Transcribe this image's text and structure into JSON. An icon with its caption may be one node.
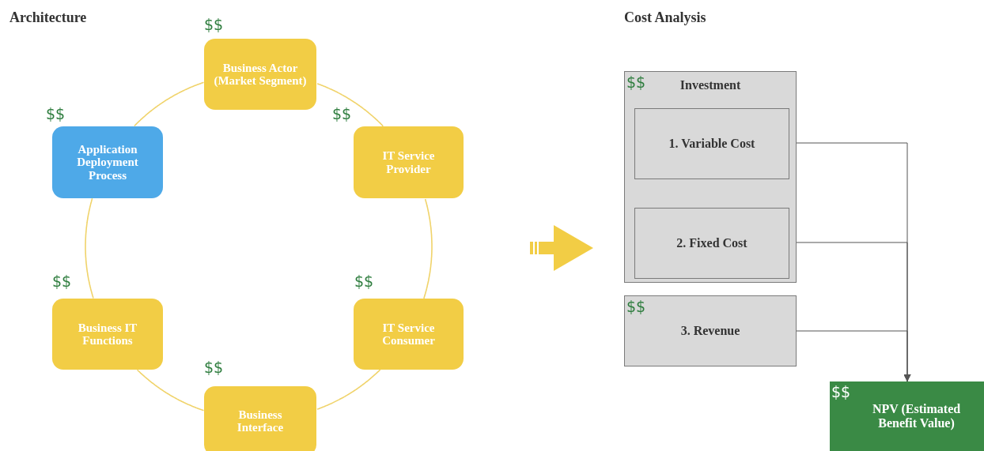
{
  "diagram": {
    "nodes": [
      {
        "text": [
          "Business Actor (Market Segment)"
        ],
        "beside": [
          "$$"
        ]
      },
      {
        "text": [
          "IT Service Provider"
        ],
        "beside": [
          "$$"
        ]
      },
      {
        "text": [
          "IT Service Consumer"
        ],
        "beside": [
          "$$"
        ]
      },
      {
        "text": [
          "Business Interface"
        ],
        "beside": [
          "$$"
        ]
      },
      {
        "text": [
          "Business IT Functions"
        ],
        "beside": [
          "$$"
        ]
      },
      {
        "text": [
          "Application Deployment Process"
        ],
        "beside": [
          "$$"
        ]
      },
      {
        "text": [
          "$$",
          "Investment"
        ]
      },
      {
        "text": [
          "1. Variable Cost"
        ],
        "in": 6
      },
      {
        "text": [
          "2. Fixed Cost"
        ],
        "in": 6
      },
      {
        "text": [
          "$$",
          "3. Revenue"
        ]
      },
      {
        "text": [
          "$$",
          "NPV (Estimated Benefit Value)"
        ]
      }
    ],
    "edges": [
      {
        "from": 0,
        "to": 1,
        "arrow": "none",
        "color": "#f0d36a"
      },
      {
        "from": 1,
        "to": 2,
        "arrow": "none",
        "color": "#f0d36a"
      },
      {
        "from": 2,
        "to": 3,
        "arrow": "none",
        "color": "#f0d36a"
      },
      {
        "from": 3,
        "to": 4,
        "arrow": "none",
        "color": "#f0d36a"
      },
      {
        "from": 4,
        "to": 5,
        "arrow": "none",
        "color": "#f0d36a"
      },
      {
        "from": 5,
        "to": 0,
        "arrow": "none",
        "color": "#f0d36a"
      },
      {
        "from": 7,
        "to": 10,
        "arrow": "to",
        "color": "#555555"
      },
      {
        "from": 8,
        "to": 10,
        "arrow": "to",
        "color": "#555555"
      },
      {
        "from": 9,
        "to": 10,
        "arrow": "to",
        "color": "#555555"
      }
    ],
    "labels": [
      "Architecture",
      "Cost Analysis"
    ]
  }
}
